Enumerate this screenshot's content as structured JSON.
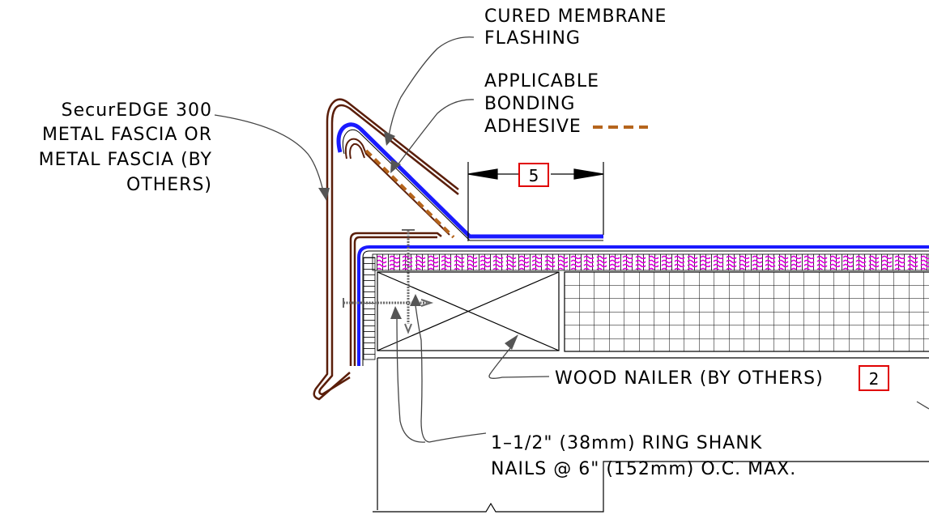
{
  "labels": {
    "cured_membrane": [
      "CURED MEMBRANE",
      "FLASHING"
    ],
    "bonding_adhesive": [
      "APPLICABLE",
      "BONDING",
      "ADHESIVE"
    ],
    "fascia": [
      "SecurEDGE 300",
      "METAL FASCIA OR",
      "METAL FASCIA (BY",
      "OTHERS)"
    ],
    "wood_nailer": "WOOD NAILER (BY OTHERS)",
    "nails": [
      "1–1/2\" (38mm) RING SHANK",
      "NAILS @ 6\" (152mm) O.C. MAX."
    ]
  },
  "tags": {
    "dimension": "5",
    "wood_nailer": "2"
  },
  "colors": {
    "membrane": "#1a1aff",
    "fascia": "#5a1e0a",
    "adhesive": "#b5651d",
    "insulation_wave": "#e000e0",
    "tag_border": "#e00000",
    "line": "#000000",
    "fastener": "#666666"
  }
}
